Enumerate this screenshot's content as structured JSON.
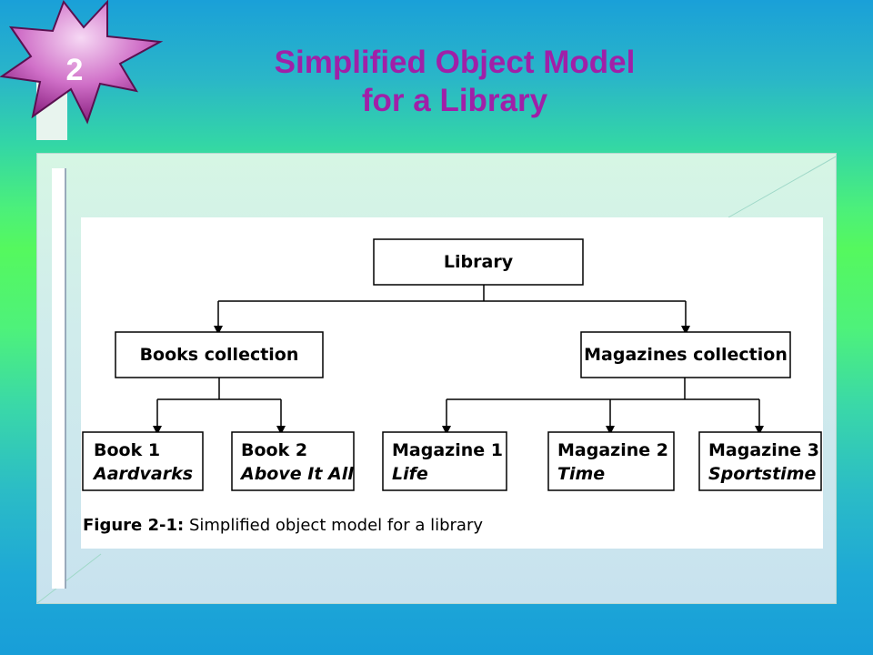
{
  "slide": {
    "badge_number": "2",
    "title_line1": "Simplified Object Model",
    "title_line2": "for a Library"
  },
  "colors": {
    "title": "#a020a8",
    "badge_fill_top": "#f0c8f0",
    "badge_fill_bottom": "#9a2a8e"
  },
  "diagram": {
    "root": "Library",
    "collections": [
      {
        "label": "Books collection"
      },
      {
        "label": "Magazines collection"
      }
    ],
    "items": [
      {
        "label": "Book 1",
        "subtitle": "Aardvarks"
      },
      {
        "label": "Book 2",
        "subtitle": "Above It All"
      },
      {
        "label": "Magazine 1",
        "subtitle": "Life"
      },
      {
        "label": "Magazine 2",
        "subtitle": "Time"
      },
      {
        "label": "Magazine 3",
        "subtitle": "Sportstime"
      }
    ],
    "caption_bold": "Figure 2-1:",
    "caption_text": " Simplified object model for a library"
  }
}
